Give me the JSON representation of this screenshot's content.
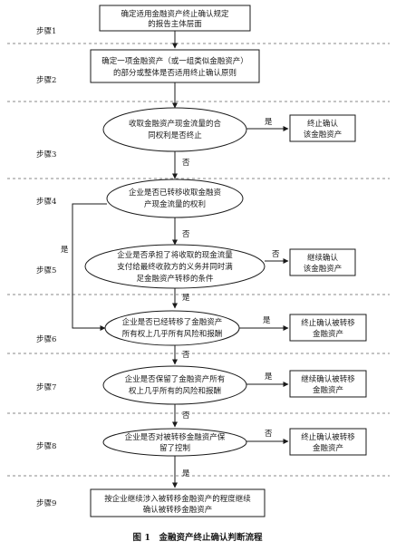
{
  "steps": [
    "步骤1",
    "步骤2",
    "步骤3",
    "步骤4",
    "步骤5",
    "步骤6",
    "步骤7",
    "步骤8",
    "步骤9"
  ],
  "nodes": {
    "n1": [
      "确定适用金融资产终止确认规定",
      "的报告主体层面"
    ],
    "n2": [
      "确定一项金融资产（或一组类似金融资产）",
      "的部分或整体是否适用终止确认原则"
    ],
    "n3": [
      "收取金融资产现金流量的合",
      "同权利是否终止"
    ],
    "n4": [
      "企业是否已转移收取金融资",
      "产现金流量的权利"
    ],
    "n5": [
      "企业是否承担了将收取的现金流量",
      "支付给最终收款方的义务并同时满",
      "足金融资产转移的条件"
    ],
    "n6": [
      "企业是否已经转移了金融资产",
      "所有权上几乎所有风险和报酬"
    ],
    "n7": [
      "企业是否保留了金融资产所有",
      "权上几乎所有的风险和报酬"
    ],
    "n8": [
      "企业是否对被转移金融资产保",
      "留了控制"
    ],
    "n9": [
      "按企业继续涉入被转移金融资产的程度继续",
      "确认被转移金融资产"
    ],
    "r3": [
      "终止确认",
      "该金融资产"
    ],
    "r5": [
      "继续确认",
      "该金融资产"
    ],
    "r6": [
      "终止确认被转移",
      "金融资产"
    ],
    "r7": [
      "继续确认被转移",
      "金融资产"
    ],
    "r8": [
      "终止确认被转移",
      "金融资产"
    ]
  },
  "labels": {
    "yes": "是",
    "no": "否"
  },
  "caption": "图 1　金融资产终止确认判断流程"
}
